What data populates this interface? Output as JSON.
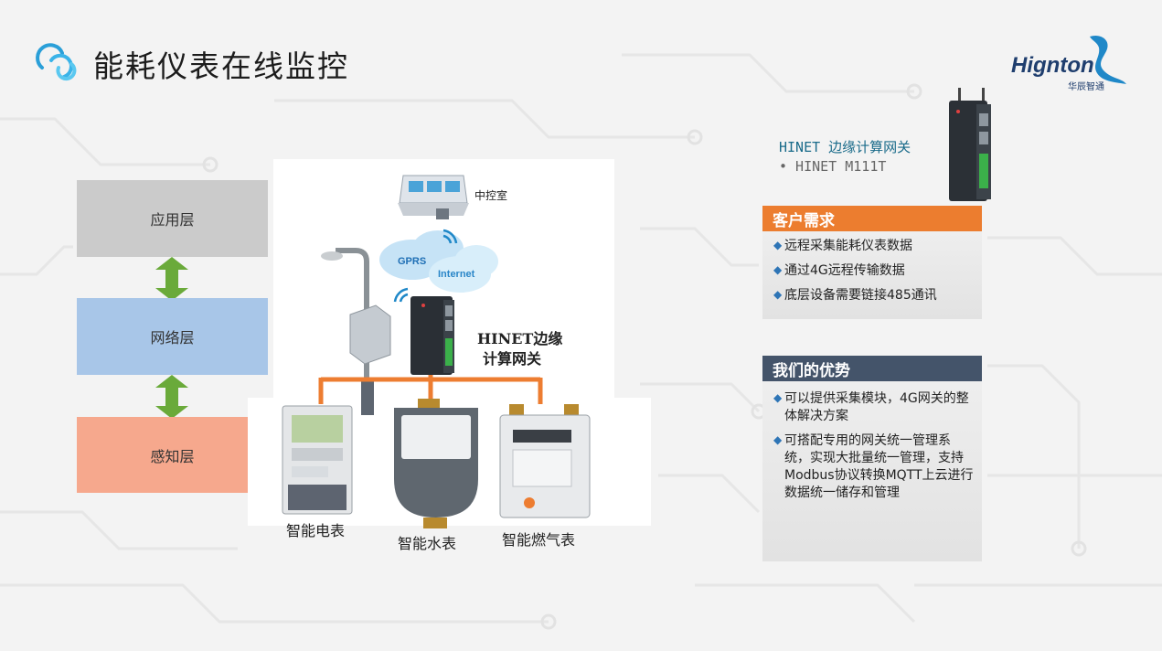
{
  "header": {
    "title": "能耗仪表在线监控",
    "brand_name": "Hignton",
    "brand_sub": "华辰智通"
  },
  "layers": [
    {
      "label": "应用层",
      "color": "#cbcbcb"
    },
    {
      "label": "网络层",
      "color": "#a8c6e8"
    },
    {
      "label": "感知层",
      "color": "#f6a88d"
    }
  ],
  "diagram": {
    "control_room": "中控室",
    "cloud_gprs": "GPRS",
    "cloud_internet": "Internet",
    "gateway_line1": "HINET边缘",
    "gateway_line2": "计算网关",
    "meters": [
      {
        "label": "智能电表"
      },
      {
        "label": "智能水表"
      },
      {
        "label": "智能燃气表"
      }
    ],
    "line_color": "#ed7d31"
  },
  "product": {
    "title": "HINET 边缘计算网关",
    "model": "• HINET  M111T"
  },
  "needs": {
    "heading": "客户需求",
    "items": [
      "远程采集能耗仪表数据",
      "通过4G远程传输数据",
      "底层设备需要链接485通讯"
    ]
  },
  "advantages": {
    "heading": "我们的优势",
    "items": [
      "可以提供采集模块，4G网关的整体解决方案",
      "可搭配专用的网关统一管理系统，实现大批量统一管理，支持Modbus协议转换MQTT上云进行数据统一储存和管理"
    ]
  },
  "colors": {
    "accent_orange": "#ec7d2f",
    "accent_dark": "#44546a",
    "arrow_green": "#6aaa3a",
    "bullet_blue": "#2e75b6"
  }
}
